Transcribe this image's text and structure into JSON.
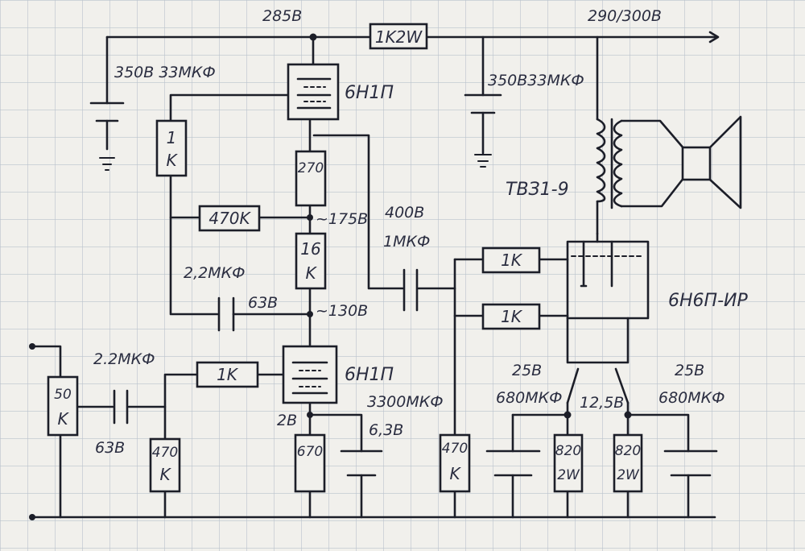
{
  "colors": {
    "paper": "#f1f0ec",
    "grid": "#b9c2cc",
    "ink": "#1c1e28"
  },
  "labels": {
    "v_anode": "285В",
    "v_out": "290/300В",
    "c1": "350В 33МКФ",
    "c2": "350В33МКФ",
    "tube_top": "6Н1П",
    "tube_mid": "6Н1П",
    "tube_out": "6Н6П-ИР",
    "transformer": "ТВЗ1-9",
    "v_175": "~175В",
    "v_130": "~130В",
    "c_coupling_v": "400В",
    "c_coupling_c": "1МКФ",
    "c_fb_c": "2,2МКФ",
    "c_fb_v": "63В",
    "c_in_c": "2.2МКФ",
    "c_in_v": "63В",
    "v_cath": "2В",
    "c_cath_c": "3300МКФ",
    "c_cath_v": "6,3В",
    "v_heater": "12,5В",
    "c_out1_v": "25В",
    "c_out1_c": "680МКФ",
    "c_out2_v": "25В",
    "c_out2_c": "680МКФ"
  },
  "resistors": {
    "r_supply": "1K2W",
    "r_1k_a": "1",
    "r_1k_b": "K",
    "r_270": "270",
    "r_470k": "470K",
    "r_16k_a": "16",
    "r_16k_b": "K",
    "r_1k_grid": "1K",
    "r_50k_a": "50",
    "r_50k_b": "K",
    "r_470k_a": "470",
    "r_470k_b": "K",
    "r_670": "670",
    "r_470k_out_a": "470",
    "r_470k_out_b": "K",
    "r_1k_g1": "1K",
    "r_1k_g2": "1K",
    "r_820a_a": "820",
    "r_820a_b": "2W",
    "r_820b_a": "820",
    "r_820b_b": "2W"
  }
}
